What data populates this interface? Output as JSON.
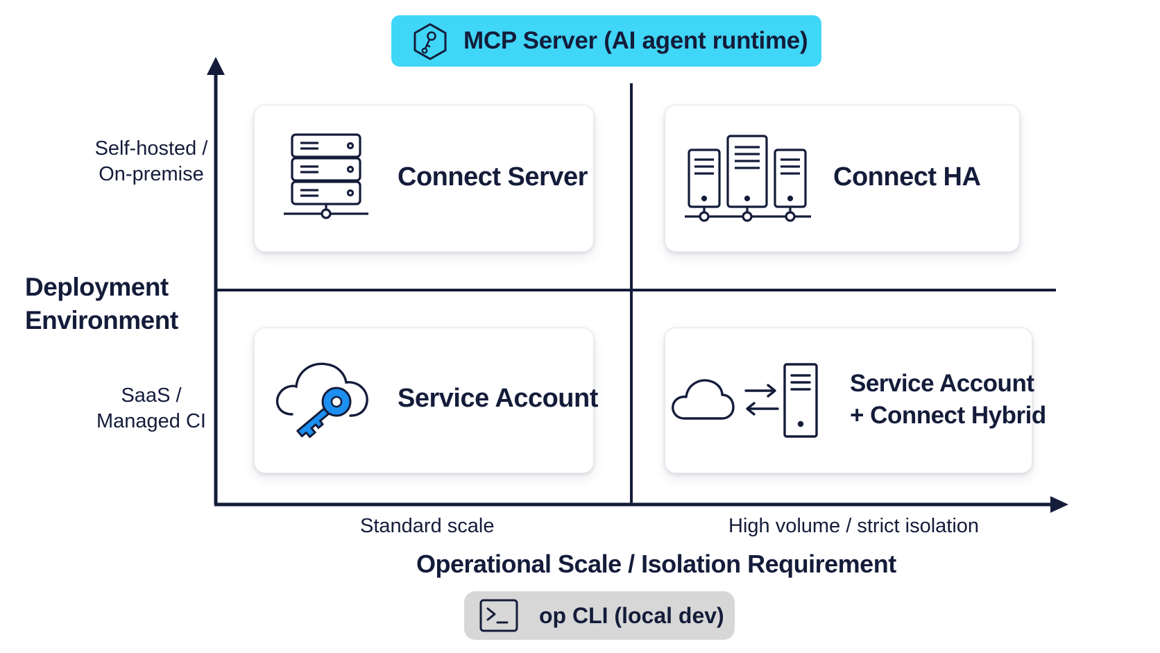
{
  "top_badge": {
    "label": "MCP Server (AI agent runtime)",
    "icon": "hexagon-key-icon",
    "color": "#40d6f7"
  },
  "bottom_badge": {
    "label": "op CLI (local dev)",
    "icon": "terminal-icon",
    "color": "#d7d7d7"
  },
  "y_axis": {
    "title_line1": "Deployment",
    "title_line2": "Environment",
    "high_line1": "Self-hosted /",
    "high_line2": "On-premise",
    "low_line1": "SaaS /",
    "low_line2": "Managed CI"
  },
  "x_axis": {
    "title": "Operational Scale / Isolation Requirement",
    "low": "Standard scale",
    "high": "High volume / strict isolation"
  },
  "quadrants": {
    "top_left": {
      "title": "Connect Server",
      "icon": "server-rack-icon"
    },
    "top_right": {
      "title": "Connect HA",
      "icon": "server-cluster-icon"
    },
    "bottom_left": {
      "title": "Service Account",
      "icon": "cloud-key-icon"
    },
    "bottom_right": {
      "title_line1": "Service Account",
      "title_line2": "+ Connect Hybrid",
      "icon": "cloud-sync-server-icon"
    }
  },
  "colors": {
    "ink": "#141c3a",
    "accent_blue": "#1c8ff0",
    "cyan": "#40d6f7"
  }
}
